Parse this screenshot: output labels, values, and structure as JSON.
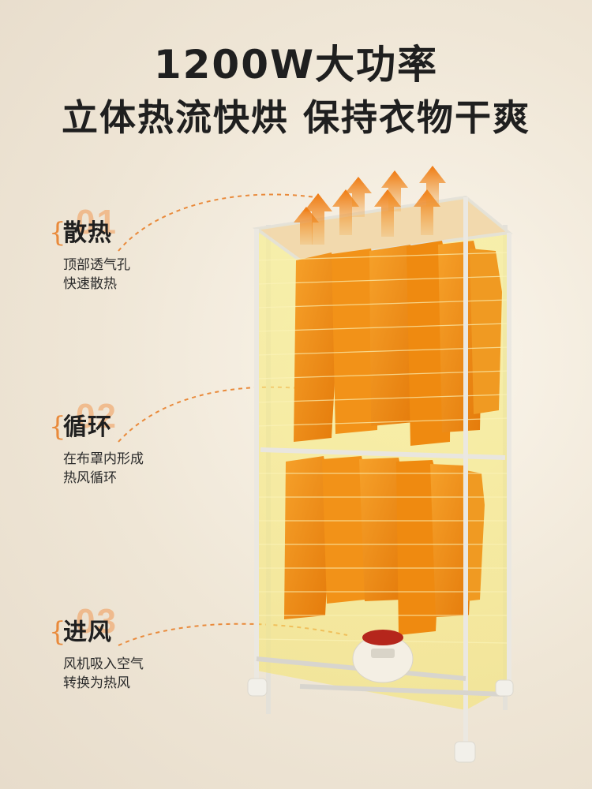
{
  "headline": {
    "line1": "1200W大功率",
    "line2": "立体热流快烘 保持衣物干爽"
  },
  "features": [
    {
      "number": "01",
      "title": "散热",
      "desc1": "顶部透气孔",
      "desc2": "快速散热"
    },
    {
      "number": "02",
      "title": "循环",
      "desc1": "在布罩内形成",
      "desc2": "热风循环"
    },
    {
      "number": "03",
      "title": "进风",
      "desc1": "风机吸入空气",
      "desc2": "转换为热风"
    }
  ],
  "colors": {
    "accent": "#e98a3b",
    "garment": "#f08a12",
    "heat_glow": "#f5e46a",
    "frame": "#e9e6df"
  }
}
